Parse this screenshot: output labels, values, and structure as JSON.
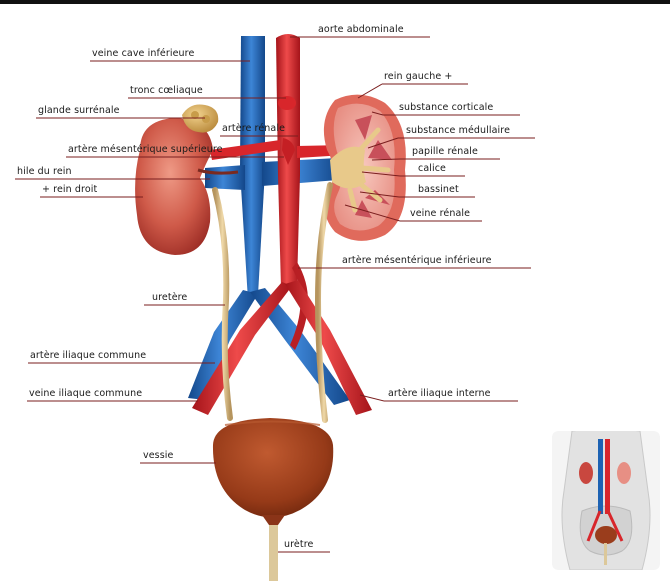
{
  "labels": {
    "aorte_abdominale": "aorte abdominale",
    "veine_cave_inferieure": "veine cave inférieure",
    "rein_gauche": "rein gauche +",
    "tronc_coeliaque": "tronc cœliaque",
    "substance_corticale": "substance corticale",
    "glande_surrenale": "glande surrénale",
    "artere_renale": "artère rénale",
    "substance_medullaire": "substance médullaire",
    "artere_mesenterique_superieure": "artère mésentérique supérieure",
    "papille_renale": "papille rénale",
    "hile_du_rein": "hile du rein",
    "calice": "calice",
    "rein_droit": "+ rein droit",
    "bassinet": "bassinet",
    "veine_renale": "veine rénale",
    "artere_mesenterique_inferieure": "artère mésentérique inférieure",
    "uretere": "uretère",
    "artere_iliaque_commune": "artère iliaque commune",
    "veine_iliaque_commune": "veine iliaque commune",
    "artere_iliaque_interne": "artère iliaque interne",
    "vessie": "vessie",
    "uretre": "urètre"
  },
  "colors": {
    "artery": "#d8262b",
    "vein": "#1d62b3",
    "ureter": "#d7bc8a",
    "kidney": "#c9473f",
    "bladder": "#9a3d1c",
    "adrenal": "#d9b060",
    "leader": "#7a1e1e"
  }
}
